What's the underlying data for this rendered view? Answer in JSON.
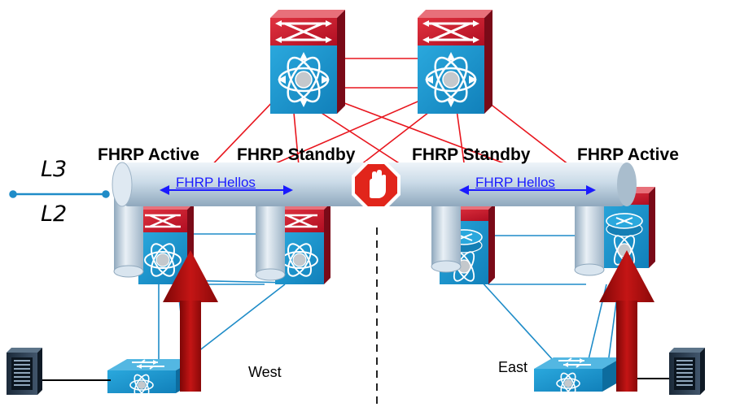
{
  "diagram": {
    "layer_labels": {
      "upper": "L3",
      "lower": "L2"
    },
    "fhrp_roles": [
      {
        "label": "FHRP  Active"
      },
      {
        "label": "FHRP  Standby"
      },
      {
        "label": "FHRP  Standby"
      },
      {
        "label": "FHRP  Active"
      }
    ],
    "hello_labels": [
      "FHRP Hellos",
      "FHRP Hellos"
    ],
    "regions": {
      "west": "West",
      "east": "East"
    },
    "colors": {
      "switch_blue": "#1b9bd1",
      "switch_red": "#c8102e",
      "link_red": "#e8161e",
      "link_blue": "#1f8cc8",
      "hello_blue": "#1a1aff",
      "arrow_red": "#a50c0c",
      "pipe": "#c9d9e6"
    },
    "icons": [
      "core-switch-icon",
      "aggregation-switch-icon",
      "router-switch-icon",
      "access-switch-icon",
      "server-icon",
      "stop-sign-icon",
      "active-arrow-icon"
    ]
  }
}
